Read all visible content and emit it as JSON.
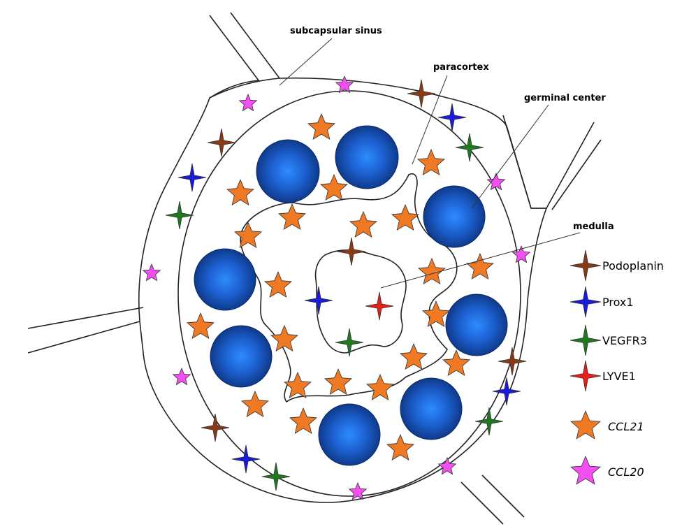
{
  "labels": {
    "subcapsular_sinus": "subcapsular sinus",
    "paracortex": "paracortex",
    "germinal_center": "germinal center",
    "medulla": "medulla"
  },
  "legend": [
    {
      "key": "podoplanin",
      "text": "Podoplanin",
      "shape": "four-point-star",
      "color": "#8b3a14"
    },
    {
      "key": "prox1",
      "text": "Prox1",
      "shape": "four-point-star",
      "color": "#1a1adb"
    },
    {
      "key": "vegfr3",
      "text": "VEGFR3",
      "shape": "four-point-star",
      "color": "#1e7a1e"
    },
    {
      "key": "lyve1",
      "text": "LYVE1",
      "shape": "four-point-star",
      "color": "#e8201a"
    },
    {
      "key": "ccl21",
      "text": "CCL21",
      "shape": "five-point-star",
      "color": "#f07a24"
    },
    {
      "key": "ccl20",
      "text": "CCL20",
      "shape": "five-point-star",
      "color": "#f24ff2"
    }
  ],
  "colors": {
    "germinal_center": "#1a5fcc",
    "outline": "#222222"
  }
}
